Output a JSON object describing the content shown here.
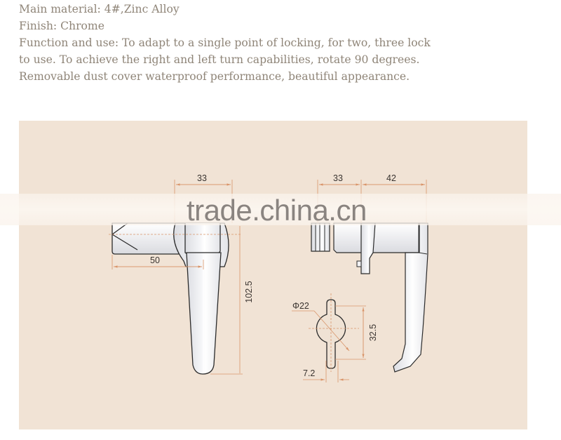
{
  "description": {
    "lines": [
      "Main material: 4#,Zinc Alloy",
      "Finish: Chrome",
      "Function and use: To adapt to a single point of locking, for two, three lock",
      "to use. To achieve the right and left turn capabilities, rotate 90 degrees.",
      "Removable dust cover waterproof performance, beautiful appearance."
    ]
  },
  "drawing": {
    "background_color": "#f1e3d5",
    "line_color": "#2b2b2b",
    "dimension_color": "#d9956a",
    "front_view": {
      "dim_width_top": "33",
      "dim_depth": "50",
      "dim_height": "102.5"
    },
    "side_view": {
      "dim_width_a": "33",
      "dim_width_b": "42"
    },
    "cutout_view": {
      "dim_diameter": "Φ22",
      "dim_height": "32.5",
      "dim_slot_width": "7.2"
    }
  },
  "watermark": {
    "text": "trade.china.cn"
  }
}
